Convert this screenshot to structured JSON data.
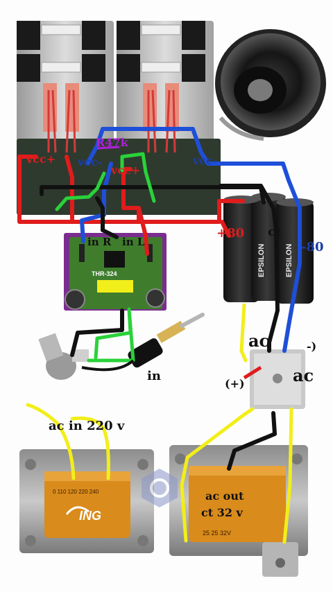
{
  "labels": {
    "vcc_plus_left": "vcc+",
    "vcc_minus_left": "vcc-",
    "r47k": "R47k",
    "vcc_plus_center": "vcc+",
    "vcc_minus_right": "vcc-",
    "plus80": "+80",
    "ct": "ct",
    "minus80": "-80",
    "in_r": "in R",
    "in_l": "in L",
    "board_model": "THR-324",
    "ac_top": "ac",
    "minus_bracket": "-)",
    "ac_right": "ac",
    "plus_paren": "(+)",
    "in": "in",
    "ac_in": "ac in 220 v",
    "ac_out": "ac out",
    "ct32": "ct 32 v",
    "cap_brand": "EPSILON",
    "transformer_brand": "ING",
    "tap_labels": "0 110 120 220 240",
    "sec_labels": "25 25 32V"
  },
  "colors": {
    "wire_red": "#e01c1c",
    "wire_blue": "#1e4fd8",
    "wire_green": "#2ad23a",
    "wire_black": "#111111",
    "wire_yellow": "#f2ee1a",
    "board_purple": "#7b2c8f",
    "board_green": "#3f7d2d",
    "heatsink": "#b9b9b9",
    "transformer": "#d98b1c"
  }
}
